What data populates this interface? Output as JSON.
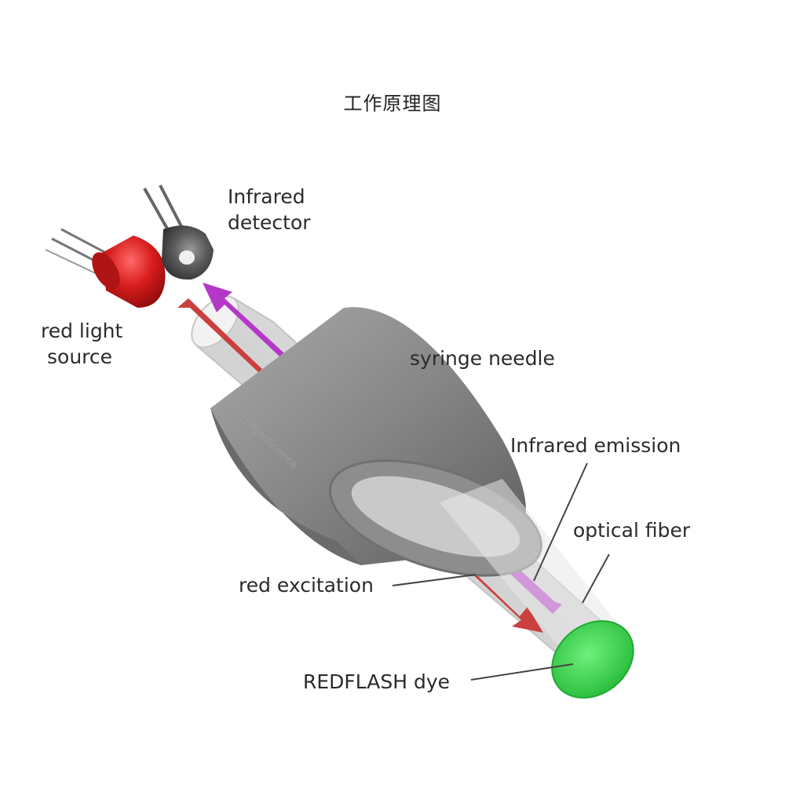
{
  "title": "工作原理图",
  "labels": {
    "infrared_detector": [
      "Infrared",
      "detector"
    ],
    "red_light_source": [
      "red light",
      "source"
    ],
    "syringe_needle": "syringe needle",
    "infrared_emission": "Infrared emission",
    "optical_fiber": "optical fiber",
    "red_excitation": "red excitation",
    "redflash_dye": "REDFLASH dye",
    "needle_engraving": "(c) PyroScience"
  },
  "colors": {
    "red_light": "#d81d1d",
    "infrared_arrow": "#b437c8",
    "excitation_arrow": "#c9403f",
    "dye_tip": "#35d94a",
    "needle_body": "#7b7b7b",
    "detector_body": "#5a5a5a",
    "fiber": "#e6e6e6"
  },
  "icons": {
    "led": "red-led-icon",
    "detector": "infrared-detector-icon"
  }
}
